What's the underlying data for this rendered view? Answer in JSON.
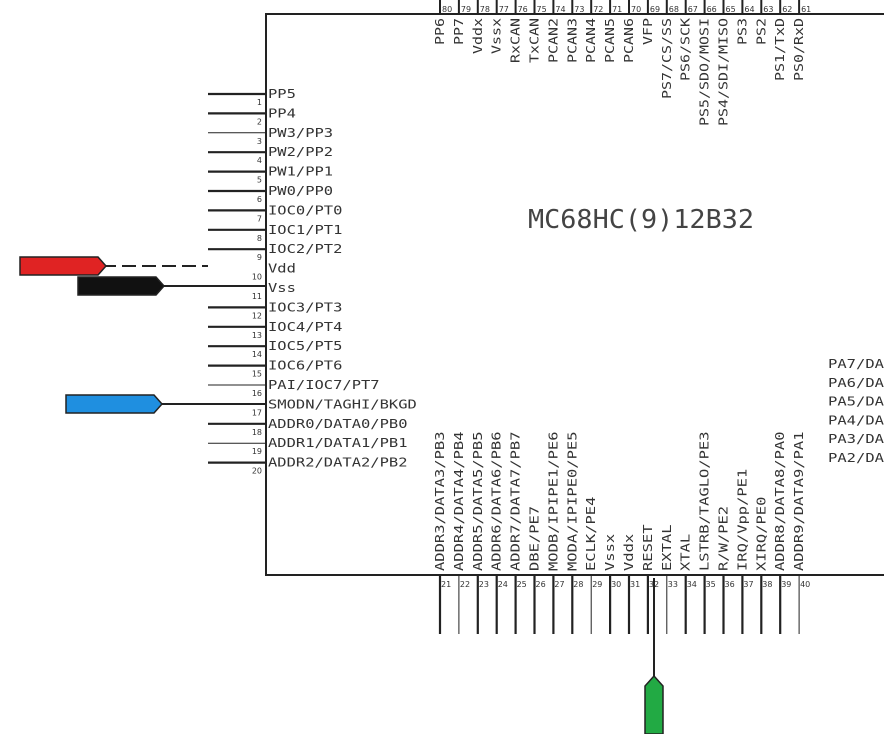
{
  "chip": {
    "name": "MC68HC(9)12B32"
  },
  "left_pins": [
    {
      "num": "1",
      "label": "PP5",
      "thick": true
    },
    {
      "num": "2",
      "label": "PP4",
      "thick": true
    },
    {
      "num": "3",
      "label": "PW3/PP3",
      "thick": false
    },
    {
      "num": "4",
      "label": "PW2/PP2",
      "thick": true
    },
    {
      "num": "5",
      "label": "PW1/PP1",
      "thick": true
    },
    {
      "num": "6",
      "label": "PW0/PP0",
      "thick": true
    },
    {
      "num": "7",
      "label": "IOC0/PT0",
      "thick": true
    },
    {
      "num": "8",
      "label": "IOC1/PT1",
      "thick": true
    },
    {
      "num": "9",
      "label": "IOC2/PT2",
      "thick": true
    },
    {
      "num": "10",
      "label": "Vdd",
      "thick": false
    },
    {
      "num": "11",
      "label": "Vss",
      "thick": false
    },
    {
      "num": "12",
      "label": "IOC3/PT3",
      "thick": true
    },
    {
      "num": "13",
      "label": "IOC4/PT4",
      "thick": true
    },
    {
      "num": "14",
      "label": "IOC5/PT5",
      "thick": true
    },
    {
      "num": "15",
      "label": "IOC6/PT6",
      "thick": true
    },
    {
      "num": "16",
      "label": "PAI/IOC7/PT7",
      "thick": false
    },
    {
      "num": "17",
      "label": "SMODN/TAGHI/BKGD",
      "thick": false
    },
    {
      "num": "18",
      "label": "ADDR0/DATA0/PB0",
      "thick": true
    },
    {
      "num": "19",
      "label": "ADDR1/DATA1/PB1",
      "thick": false
    },
    {
      "num": "20",
      "label": "ADDR2/DATA2/PB2",
      "thick": true
    }
  ],
  "bottom_pins": [
    {
      "num": "21",
      "label": "ADDR3/DATA3/PB3",
      "thick": true
    },
    {
      "num": "22",
      "label": "ADDR4/DATA4/PB4",
      "thick": false
    },
    {
      "num": "23",
      "label": "ADDR5/DATA5/PB5",
      "thick": true
    },
    {
      "num": "24",
      "label": "ADDR6/DATA6/PB6",
      "thick": true
    },
    {
      "num": "25",
      "label": "ADDR7/DATA7/PB7",
      "thick": true
    },
    {
      "num": "26",
      "label": "DBE/PE7",
      "thick": true
    },
    {
      "num": "27",
      "label": "MODB/IPIPE1/PE6",
      "thick": true
    },
    {
      "num": "28",
      "label": "MODA/IPIPE0/PE5",
      "thick": true
    },
    {
      "num": "29",
      "label": "ECLK/PE4",
      "thick": false
    },
    {
      "num": "30",
      "label": "Vssx",
      "thick": true
    },
    {
      "num": "31",
      "label": "Vddx",
      "thick": true
    },
    {
      "num": "32",
      "label": "RESET",
      "thick": true
    },
    {
      "num": "33",
      "label": "EXTAL",
      "thick": false
    },
    {
      "num": "34",
      "label": "XTAL",
      "thick": true
    },
    {
      "num": "35",
      "label": "LSTRB/TAGLO/PE3",
      "thick": true
    },
    {
      "num": "36",
      "label": "R/W/PE2",
      "thick": true
    },
    {
      "num": "37",
      "label": "IRQ/Vpp/PE1",
      "thick": true
    },
    {
      "num": "38",
      "label": "XIRQ/PE0",
      "thick": true
    },
    {
      "num": "39",
      "label": "ADDR8/DATA8/PA0",
      "thick": true
    },
    {
      "num": "40",
      "label": "ADDR9/DATA9/PA1",
      "thick": false
    }
  ],
  "top_pins": [
    {
      "num": "80",
      "label": "PP6"
    },
    {
      "num": "79",
      "label": "PP7"
    },
    {
      "num": "78",
      "label": "Vddx"
    },
    {
      "num": "77",
      "label": "Vssx"
    },
    {
      "num": "76",
      "label": "RxCAN"
    },
    {
      "num": "75",
      "label": "TxCAN"
    },
    {
      "num": "74",
      "label": "PCAN2"
    },
    {
      "num": "73",
      "label": "PCAN3"
    },
    {
      "num": "72",
      "label": "PCAN4"
    },
    {
      "num": "71",
      "label": "PCAN5"
    },
    {
      "num": "70",
      "label": "PCAN6"
    },
    {
      "num": "69",
      "label": "VFP"
    },
    {
      "num": "68",
      "label": "PS7/CS/SS"
    },
    {
      "num": "67",
      "label": "PS6/SCK"
    },
    {
      "num": "66",
      "label": "PS5/SDO/MOSI"
    },
    {
      "num": "65",
      "label": "PS4/SDI/MISO"
    },
    {
      "num": "64",
      "label": "PS3"
    },
    {
      "num": "63",
      "label": "PS2"
    },
    {
      "num": "62",
      "label": "PS1/TxD"
    },
    {
      "num": "61",
      "label": "PS0/RxD"
    }
  ],
  "right_labels": [
    "PA7/DA",
    "PA6/DA",
    "PA5/DA",
    "PA4/DA",
    "PA3/DA",
    "PA2/DA"
  ],
  "probes": [
    {
      "name": "red-probe",
      "color": "#e02323"
    },
    {
      "name": "black-probe",
      "color": "#111111"
    },
    {
      "name": "blue-probe",
      "color": "#1f8fe0"
    },
    {
      "name": "green-probe",
      "color": "#22aa44"
    }
  ]
}
